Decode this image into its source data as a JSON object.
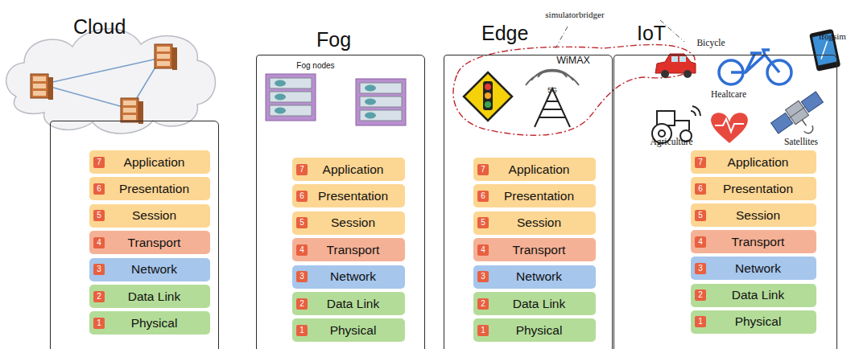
{
  "diagram": {
    "nodes": [
      {
        "text": [
          "Cloud"
        ]
      },
      {
        "text": [
          "7",
          "Application"
        ],
        "in": 0
      },
      {
        "text": [
          "6",
          "Presentation"
        ],
        "in": 0
      },
      {
        "text": [
          "5",
          "Session"
        ],
        "in": 0
      },
      {
        "text": [
          "4",
          "Transport"
        ],
        "in": 0
      },
      {
        "text": [
          "3",
          "Network"
        ],
        "in": 0
      },
      {
        "text": [
          "2",
          "Data Link"
        ],
        "in": 0
      },
      {
        "text": [
          "1",
          "Physical"
        ],
        "in": 0
      },
      {
        "text": [
          "Fog"
        ]
      },
      {
        "text": [
          "7",
          "Application"
        ],
        "in": 8
      },
      {
        "text": [
          "6",
          "Presentation"
        ],
        "in": 8
      },
      {
        "text": [
          "5",
          "Session"
        ],
        "in": 8
      },
      {
        "text": [
          "4",
          "Transport"
        ],
        "in": 8
      },
      {
        "text": [
          "3",
          "Network"
        ],
        "in": 8
      },
      {
        "text": [
          "2",
          "Data Link"
        ],
        "in": 8
      },
      {
        "text": [
          "1",
          "Physical"
        ],
        "in": 8
      },
      {
        "text": [
          "Edge"
        ]
      },
      {
        "text": [
          "7",
          "Application"
        ],
        "in": 16
      },
      {
        "text": [
          "6",
          "Presentation"
        ],
        "in": 16
      },
      {
        "text": [
          "5",
          "Session"
        ],
        "in": 16
      },
      {
        "text": [
          "4",
          "Transport"
        ],
        "in": 16
      },
      {
        "text": [
          "3",
          "Network"
        ],
        "in": 16
      },
      {
        "text": [
          "2",
          "Data Link"
        ],
        "in": 16
      },
      {
        "text": [
          "1",
          "Physical"
        ],
        "in": 16
      },
      {
        "text": [
          "IoT"
        ]
      },
      {
        "text": [
          "7",
          "Application"
        ],
        "in": 24
      },
      {
        "text": [
          "6",
          "Presentation"
        ],
        "in": 24
      },
      {
        "text": [
          "5",
          "Session"
        ],
        "in": 24
      },
      {
        "text": [
          "4",
          "Transport"
        ],
        "in": 24
      },
      {
        "text": [
          "3",
          "Network"
        ],
        "in": 24
      },
      {
        "text": [
          "2",
          "Data Link"
        ],
        "in": 24
      },
      {
        "text": [
          "1",
          "Physical"
        ],
        "in": 24
      }
    ],
    "labels": [
      "Fog nodes",
      "WiMAX",
      "5G",
      "simulatorbridger",
      "Bicycle",
      "ifogsim",
      "Healtcare",
      "Agriculture",
      "Satellites"
    ]
  }
}
